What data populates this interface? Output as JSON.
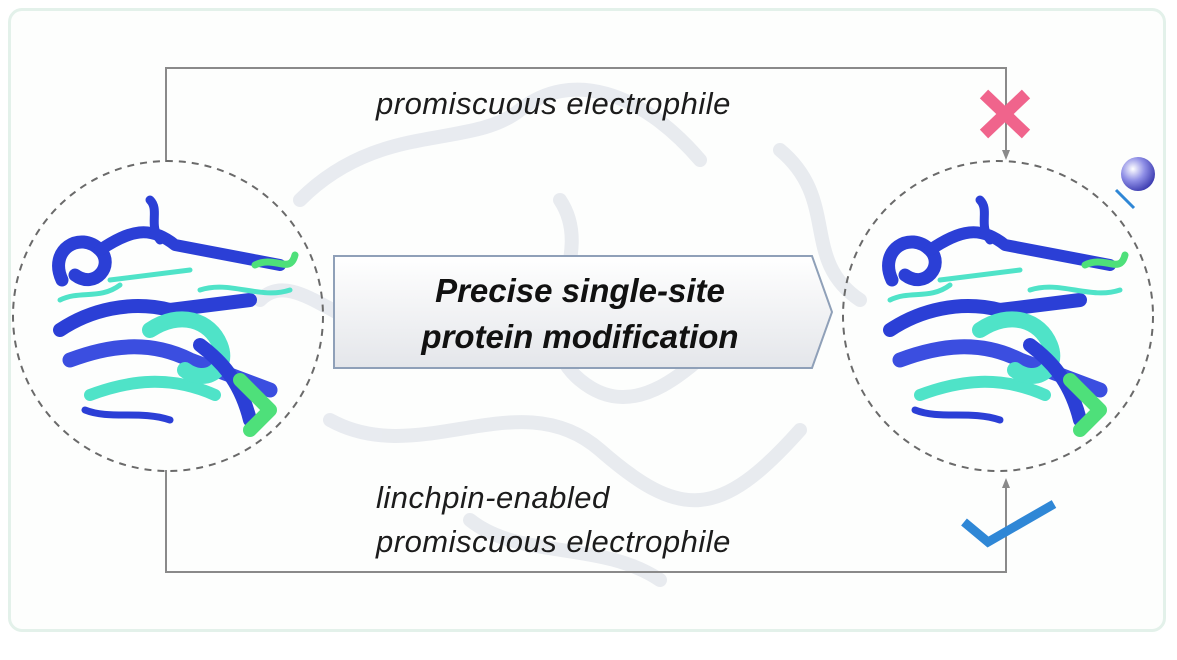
{
  "top_path": {
    "label": "promiscuous electrophile",
    "outcome_icon": "cross-icon",
    "outcome_color": "#f0648c"
  },
  "bottom_path": {
    "line1": "linchpin-enabled",
    "line2": "promiscuous electrophile",
    "outcome_icon": "check-icon",
    "outcome_color": "#2f87d6"
  },
  "center_banner": {
    "line1": "Precise single-site",
    "line2": "protein modification"
  },
  "colors": {
    "protein_dark": "#2b3fd6",
    "protein_light": "#4fe3c8",
    "protein_green": "#4ee07a",
    "probe": "#6f6fd6",
    "frame_line": "#8a8a8a"
  }
}
